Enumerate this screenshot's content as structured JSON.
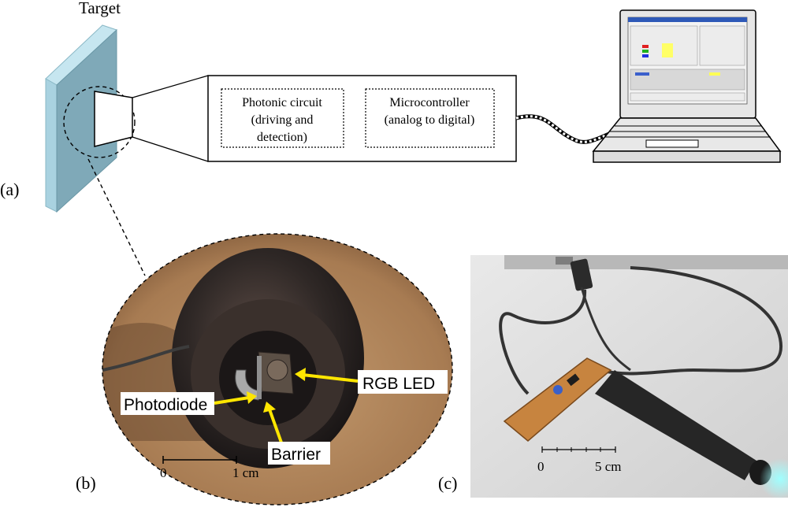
{
  "panel_a": {
    "label": "(a)",
    "target_label": "Target",
    "photonic_line1": "Photonic circuit",
    "photonic_line2": "(driving and",
    "photonic_line3": "detection)",
    "micro_line1": "Microcontroller",
    "micro_line2": "(analog to digital)"
  },
  "panel_b": {
    "label": "(b)",
    "callout_rgb": "RGB LED",
    "callout_photodiode": "Photodiode",
    "callout_barrier": "Barrier",
    "scale_start": "0",
    "scale_end": "1 cm"
  },
  "panel_c": {
    "label": "(c)",
    "scale_start": "0",
    "scale_end": "5 cm"
  },
  "colors": {
    "target_face": "#7fa9b8",
    "target_side": "#a9d2e0",
    "callout_arrow": "#ffe600",
    "photo_bg_b": "#a77b52",
    "photo_bg_c": "#dcdcdc"
  }
}
